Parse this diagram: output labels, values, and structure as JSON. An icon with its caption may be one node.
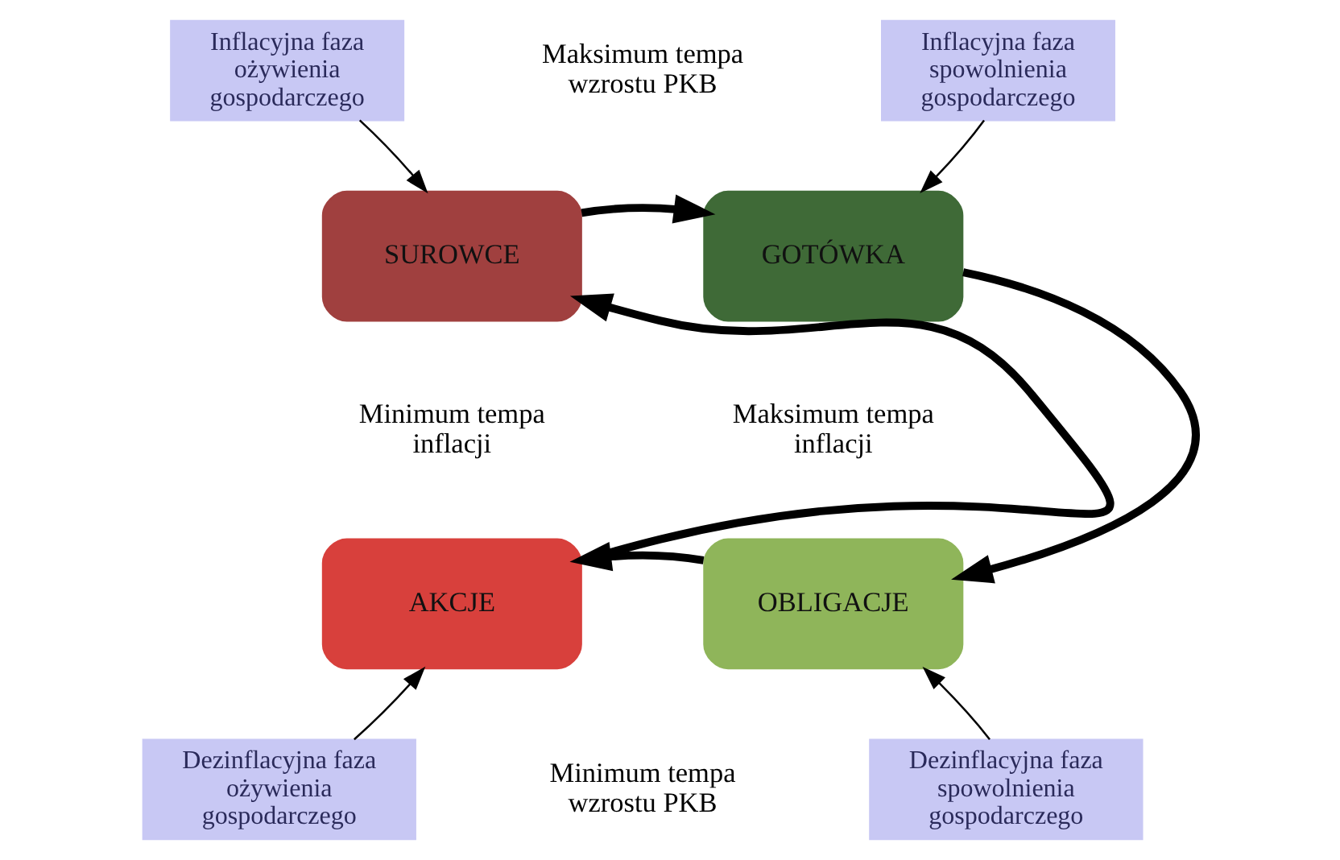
{
  "diagram": {
    "nodes": [
      {
        "text": [
          "Inflacyjna faza ożywienia gospodarczego"
        ]
      },
      {
        "text": [
          "Inflacyjna faza spowolnienia gospodarczego"
        ]
      },
      {
        "text": [
          "SUROWCE"
        ]
      },
      {
        "text": [
          "GOTÓWKA"
        ]
      },
      {
        "text": [
          "AKCJE"
        ]
      },
      {
        "text": [
          "OBLIGACJE"
        ]
      },
      {
        "text": [
          "Dezinflacyjna faza ożywienia gospodarczego"
        ]
      },
      {
        "text": [
          "Dezinflacyjna faza spowolnienia gospodarczego"
        ]
      }
    ],
    "edges": [
      {
        "from": 2,
        "to": 3,
        "arrow": "to",
        "style": "thick"
      },
      {
        "from": 3,
        "to": 5,
        "arrow": "to",
        "style": "thick"
      },
      {
        "from": 5,
        "to": 4,
        "arrow": "to",
        "style": "thick"
      },
      {
        "from": 4,
        "to": 2,
        "arrow": "to",
        "style": "thick"
      },
      {
        "from": 0,
        "to": 2,
        "arrow": "to"
      },
      {
        "from": 1,
        "to": 3,
        "arrow": "to"
      },
      {
        "from": 6,
        "to": 4,
        "arrow": "to"
      },
      {
        "from": 7,
        "to": 5,
        "arrow": "to"
      }
    ],
    "labels": [
      "Maksimum tempa wzrostu PKB",
      "Minimum tempa inflacji",
      "Maksimum tempa inflacji",
      "Minimum tempa wzrostu PKB"
    ]
  }
}
